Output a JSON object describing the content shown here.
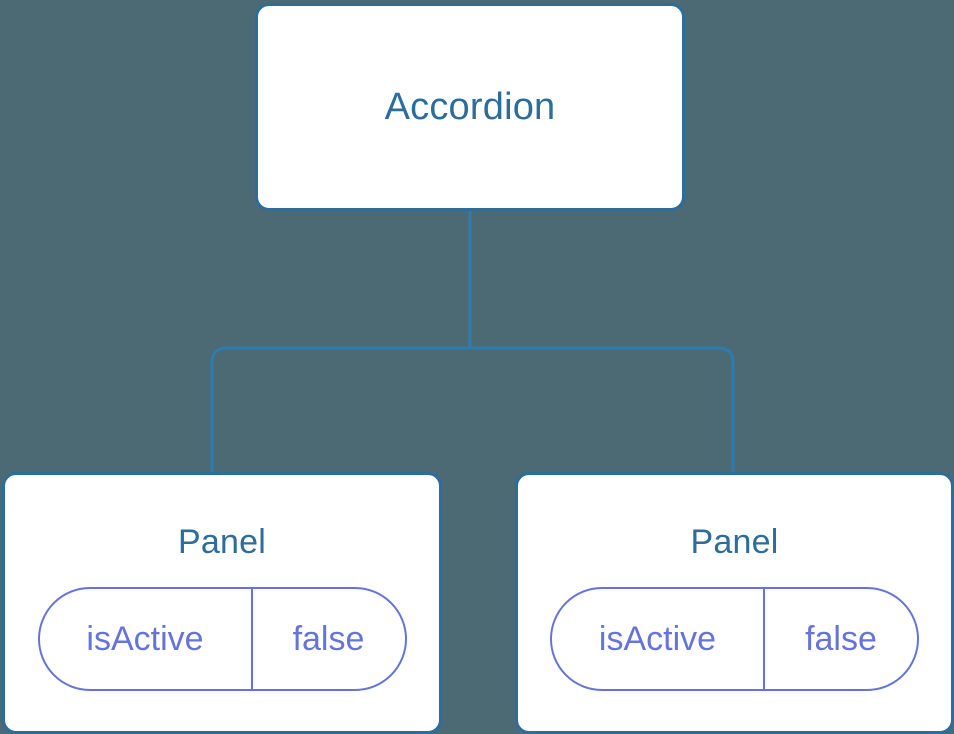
{
  "diagram": {
    "type": "component-tree",
    "background_color": "#4c6a73",
    "node_border_color": "#2c6d9c",
    "node_fill_color": "#ffffff",
    "title_text_color": "#2c6d9c",
    "state_accent_color": "#6673dd",
    "edge_color": "#2c7cb0",
    "root": {
      "label": "Accordion"
    },
    "children": [
      {
        "label": "Panel",
        "state": {
          "key": "isActive",
          "value": "false"
        }
      },
      {
        "label": "Panel",
        "state": {
          "key": "isActive",
          "value": "false"
        }
      }
    ]
  }
}
